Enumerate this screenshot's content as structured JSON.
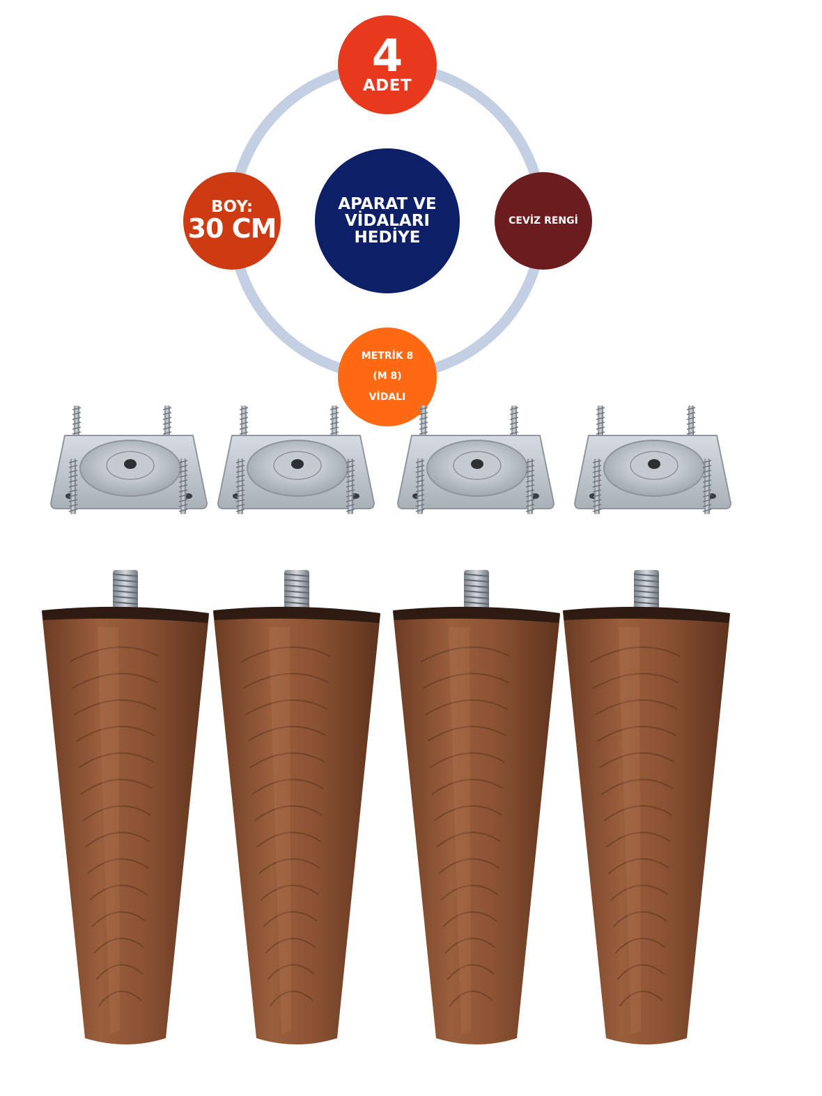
{
  "badges": {
    "quantity": {
      "number": "4",
      "unit": "ADET"
    },
    "length": {
      "label": "BOY:",
      "value": "30 CM"
    },
    "gift": {
      "line1": "APARAT VE",
      "line2": "VİDALARI",
      "line3": "HEDİYE"
    },
    "color": {
      "label": "CEVİZ RENGİ"
    },
    "metric": {
      "line1": "METRİK 8",
      "line2": "(M 8)",
      "line3": "VİDALI"
    }
  },
  "colors": {
    "ring": "#c3cfe2",
    "quantity": "#e8391c",
    "length": "#cd3b12",
    "gift": "#0d1f66",
    "color": "#6a1c1e",
    "metric": "#ff6a12",
    "wood": "#8a5233",
    "plate": "#c9ced4"
  },
  "product": {
    "leg_count": 4,
    "plate_count": 4
  }
}
